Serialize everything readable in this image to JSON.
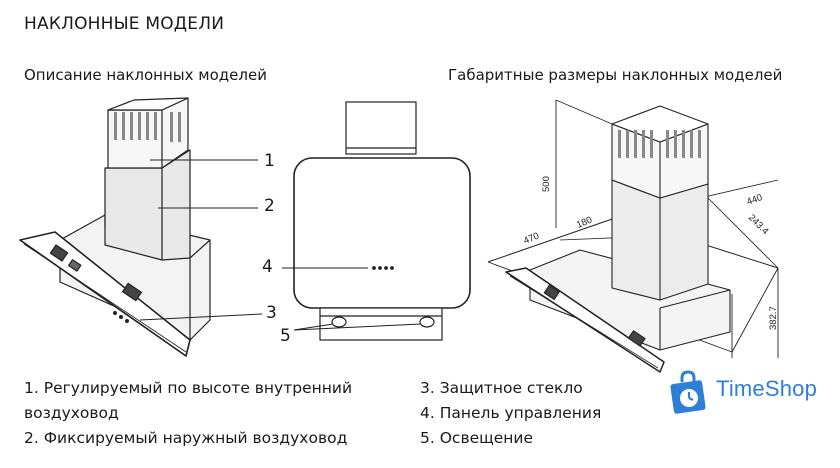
{
  "page_title": "НАКЛОННЫЕ МОДЕЛИ",
  "subtitle_left": "Описание наклонных моделей",
  "subtitle_right": "Габаритные размеры наклонных моделей",
  "callouts": [
    "1",
    "2",
    "3",
    "4",
    "5"
  ],
  "dimensions": {
    "height_duct": "500",
    "depth_left": "470",
    "width_right": "440",
    "duct_offset": "180",
    "duct_depth": "243.4",
    "height_front": "382.7"
  },
  "legend_left": [
    "1. Регулируемый по высоте внутренний",
    "воздуховод",
    "2. Фиксируемый наружный воздуховод"
  ],
  "legend_right": [
    "3. Защитное стекло",
    "4. Панель управления",
    "5. Освещение"
  ],
  "brand": {
    "name": "TimeShop",
    "icon": "shopping-bag-clock-icon",
    "color": "#2f7fd6"
  }
}
